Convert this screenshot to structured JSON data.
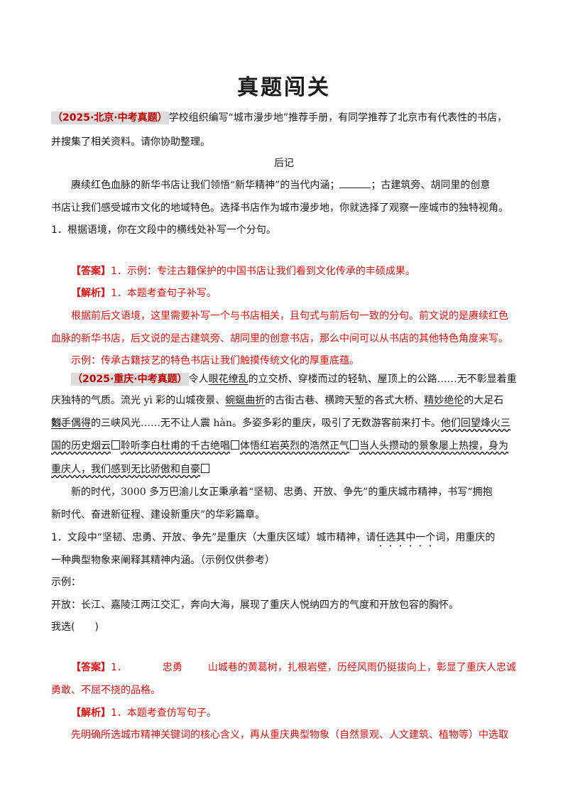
{
  "title": "真题闯关",
  "q1": {
    "tag": "（2025·北京·中考真题）",
    "intro_a": "学校组织编写“城市漫步地”推荐手册，有同学推荐了北京市有代表性的书店，",
    "intro_b": "并搜集了相关资料。请你协助整理。",
    "heading": "后记",
    "para_a1": "赓续红色血脉的新华书店让我们领悟“新华精神”的当代内涵；",
    "para_a2": "；古建筑旁、胡同里的创意",
    "para_b": "书店让我们感受城市文化的地域特色。选择书店作为城市漫步地，你就选择了观察一座城市的独特视角。",
    "question": "1．根据语境，你在文段中的横线处补写一个分句。",
    "answer_tag": "【答案】",
    "answer": "1．示例：专注古籍保护的中国书店让我们看到文化传承的丰硕成果。",
    "analysis_tag": "【解析】",
    "analysis": "1．本题考查句子补写。",
    "exp_a": "根据前后文语境，这里需要补写一个与书店相关，且句式与前后句一致的分句。前文说的是赓续红色",
    "exp_b": "血脉的新华书店，后文说的是古建筑旁、胡同里的创意书店，那么中间可以从书店的其他特色角度来写。",
    "exp_c": "示例：传承古籍技艺的特色书店让我们触摸传统文化的厚重底蕴。"
  },
  "q2": {
    "tag": "（2025·重庆·中考真题）",
    "l1_a": "令人",
    "l1_u": "眼花缭乱",
    "l1_b": "的立交桥、穿楼而过的轻轨、屋顶上的公路……无不彰显着重",
    "l2_a": "庆独特的气质。流光 yì 彩的山城夜景、",
    "l2_u1": "蜿蜒曲折",
    "l2_b": "的古街古巷、横跨天",
    "l2_dot": "堑",
    "l2_c": "的各式大桥、",
    "l2_u2": "精妙绝伦",
    "l2_d": "的大足石刻、",
    "l3_u": "妙手偶得",
    "l3_a": "的三峡风光……无不让人震 hàn。多姿多彩的重庆，吸引了无数游客前来打卡。",
    "l3_w": "他们回望烽火三",
    "l4_w1": "国的历史烟云",
    "l4_w2": "聆听李白杜甫的千古绝唱",
    "l4_w3": "体悟红岩英烈的浩然正气",
    "l4_w4": "当人头攒动的景象屡上热搜，身为",
    "l5_w": "重庆人，我们感到无比骄傲和自豪",
    "l6": "新的时代，3000 多万巴渝儿女正秉承着“坚韧、忠勇、开放、争先”的重庆城市精神，书写“拥抱",
    "l7": "新时代、奋进新征程、建设新重庆”的华彩篇章。",
    "q_a": "1．文段中“坚韧、忠勇、开放、争先”是重庆（大重庆区域）城市精神，请",
    "q_dot": "任选其中一个",
    "q_b": "词，用重庆的",
    "q_c": "一种典型物象来阐释其精神内涵。（示例仅供参考）",
    "ex_label": "示例：",
    "ex": "开放：长江、嘉陵江两江交汇，奔向大海，展现了重庆人悦纳四方的气度和开放包容的胸怀。",
    "choose": "我选(　　)",
    "answer_tag": "【答案】",
    "answer_num": "1．",
    "answer_word": "忠勇",
    "answer_a": "山城巷的黄葛树，扎根岩壁，历经风雨仍挺拔向上，彰显了重庆人忠诚",
    "answer_b": "勇敢、不屈不挠的品格。",
    "analysis_tag": "【解析】",
    "analysis": "1．本题考查仿写句子。",
    "exp_a": "先明确所选城市精神关键词的核心含义，再从重庆典型物象（自然景观、人文建筑、植物等）中选取"
  }
}
